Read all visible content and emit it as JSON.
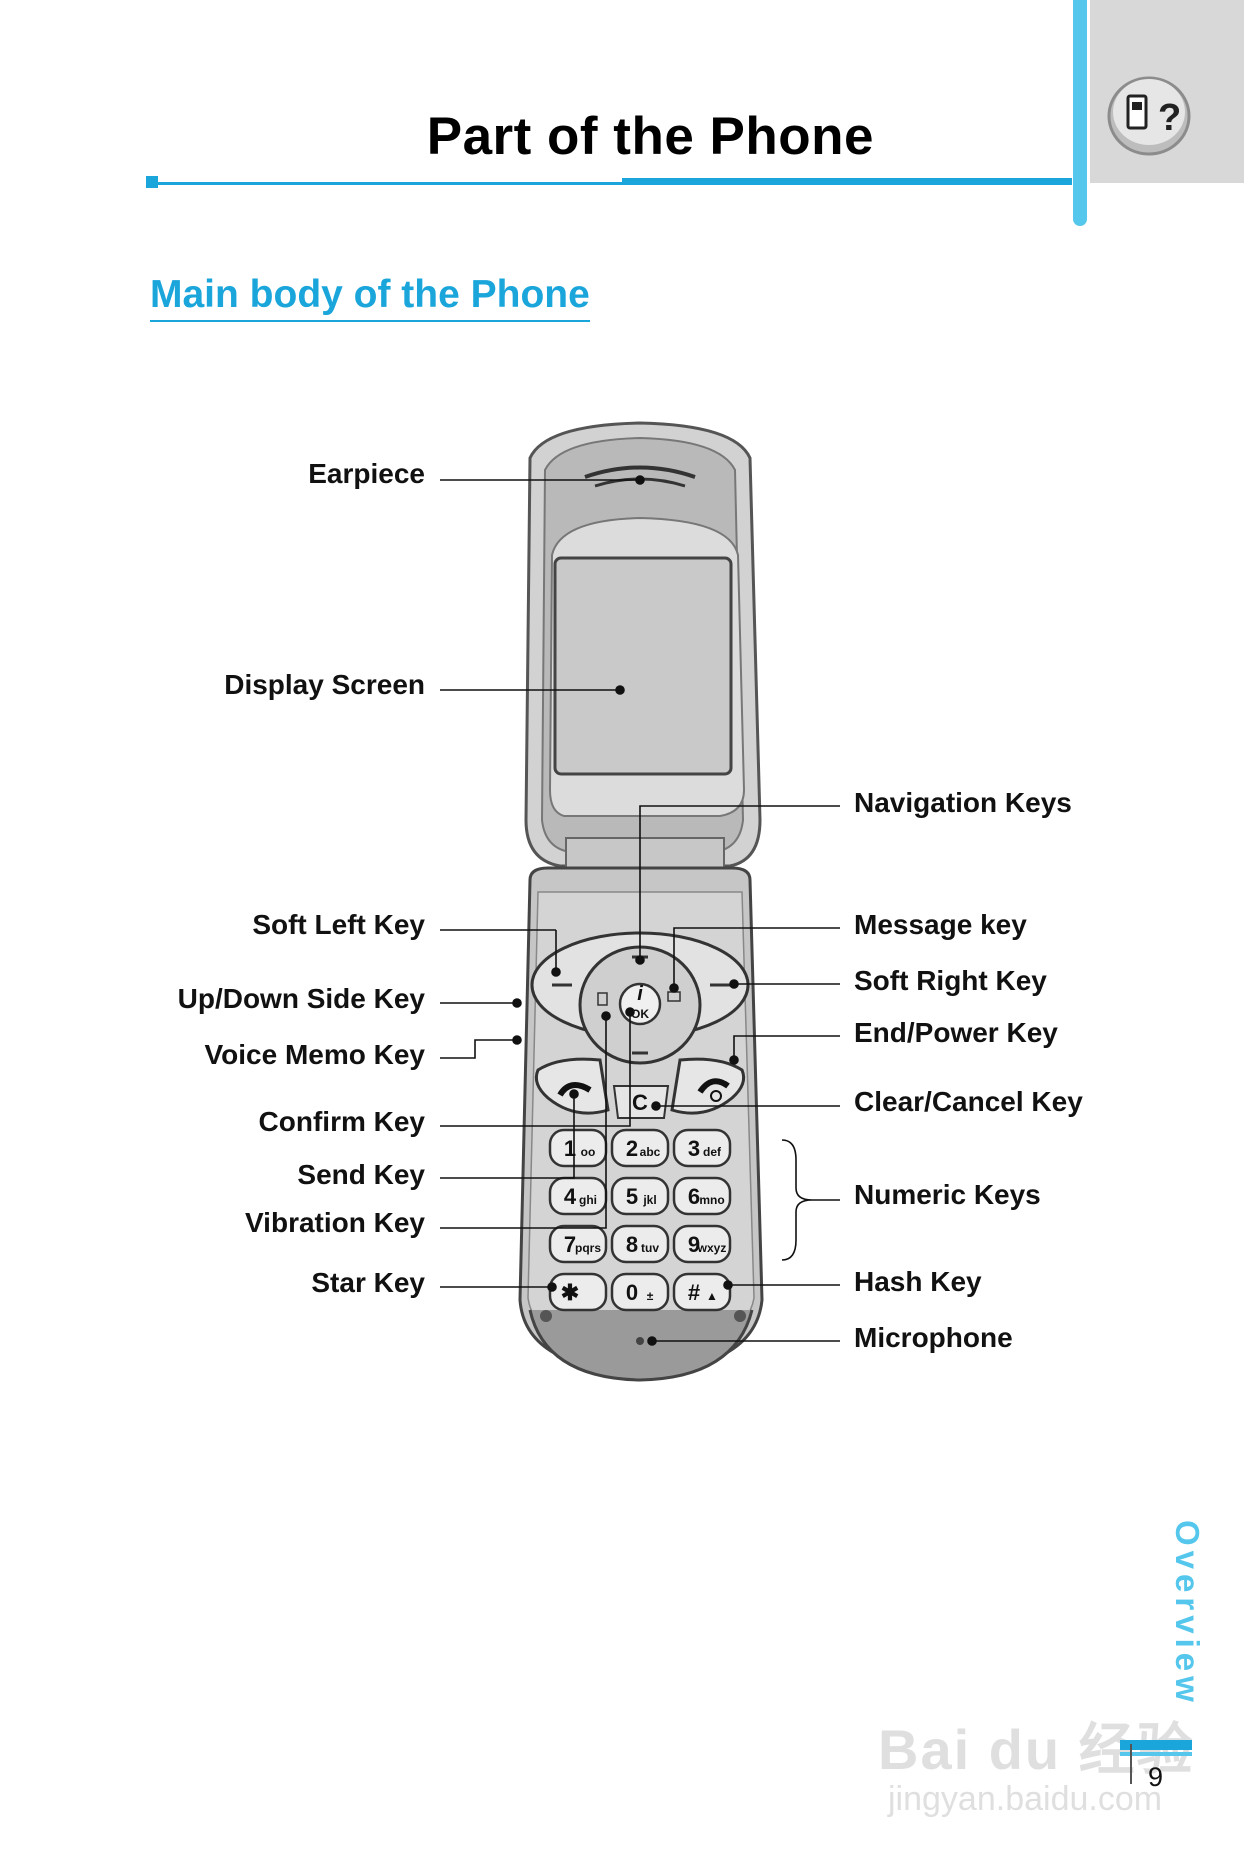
{
  "header": {
    "title": "Part of the Phone"
  },
  "section": {
    "title": "Main body of the Phone"
  },
  "labels_left": [
    "Earpiece",
    "Display Screen",
    "Soft Left Key",
    "Up/Down Side Key",
    "Voice Memo Key",
    "Confirm Key",
    "Send Key",
    "Vibration Key",
    "Star Key"
  ],
  "labels_right": [
    "Navigation Keys",
    "Message key",
    "Soft Right Key",
    "End/Power Key",
    "Clear/Cancel Key",
    "Numeric Keys",
    "Hash Key",
    "Microphone"
  ],
  "keypad": {
    "ok": "OK",
    "clear": "C",
    "keys": [
      {
        "digit": "1",
        "sub": "oo"
      },
      {
        "digit": "2",
        "sub": "abc"
      },
      {
        "digit": "3",
        "sub": "def"
      },
      {
        "digit": "4",
        "sub": "ghi"
      },
      {
        "digit": "5",
        "sub": "jkl"
      },
      {
        "digit": "6",
        "sub": "mno"
      },
      {
        "digit": "7",
        "sub": "pqrs"
      },
      {
        "digit": "8",
        "sub": "tuv"
      },
      {
        "digit": "9",
        "sub": "wxyz"
      },
      {
        "digit": "✱",
        "sub": ""
      },
      {
        "digit": "0",
        "sub": "±"
      },
      {
        "digit": "#",
        "sub": "▲"
      }
    ]
  },
  "footer": {
    "side_tab": "Overview",
    "page_number": "9",
    "watermark": "Bai du 经验",
    "watermark_url": "jingyan.baidu.com"
  },
  "colors": {
    "accent": "#1aa5db",
    "accent_light": "#55c6ec",
    "phone_body": "#c8c8c8",
    "phone_dark": "#8a8a8a"
  }
}
